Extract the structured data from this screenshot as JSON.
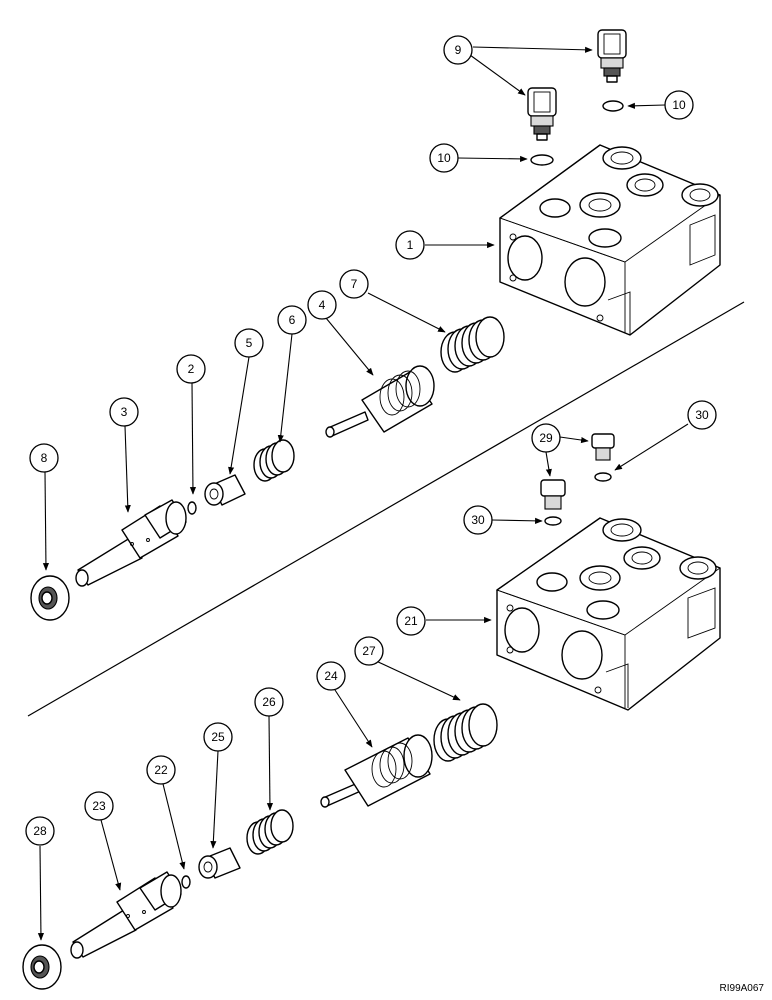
{
  "figure_code": "RI99A067",
  "callouts": [
    "1",
    "2",
    "3",
    "4",
    "5",
    "6",
    "7",
    "8",
    "9",
    "10",
    "10",
    "21",
    "22",
    "23",
    "24",
    "25",
    "26",
    "27",
    "28",
    "29",
    "30",
    "30"
  ]
}
